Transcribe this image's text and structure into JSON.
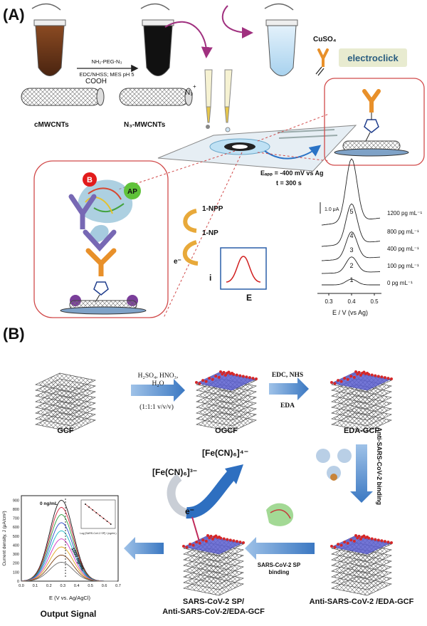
{
  "panelA": {
    "label": "(A)",
    "reagent_top": "NH₂-PEG-N₃",
    "reagent_bottom": "EDC/NHSS; MES pH 5",
    "cooh": "COOH",
    "n3": "N₃",
    "plus": "+",
    "left_tube_label": "cMWCNTs",
    "right_tube_label": "N₃-MWCNTs",
    "cuso4": "CuSO₄",
    "electroclick": "electroclick",
    "eapp": "Eₐₚₚ = -400 mV vs Ag",
    "time": "t = 300 s",
    "b_badge": "B",
    "ap_badge": "AP",
    "npp": "1-NPP",
    "np": "1-NP",
    "electron": "e⁻",
    "i_label": "i",
    "e_label": "E",
    "scale_bar": "1.0 μA",
    "dpv_peaks": [
      "5",
      "4",
      "3",
      "2",
      "1"
    ],
    "dpv_conc": [
      "1200 pg mL⁻¹",
      "800 pg mL⁻¹",
      "400 pg mL⁻¹",
      "100 pg mL⁻¹",
      "0 pg mL⁻¹"
    ],
    "dpv_ticks": [
      "0.3",
      "0.4",
      "0.5"
    ],
    "dpv_xlabel": "E / V (vs Ag)"
  },
  "panelB": {
    "label": "(B)",
    "gcf": "GCF",
    "ogcf": "OGCF",
    "edagcf": "EDA-GCF",
    "acid_1": "H₂SO₄, HNO₃,",
    "acid_2": "H₂O",
    "acid_ratio": "(1:1:1 v/v/v)",
    "edc": "EDC, NHS",
    "eda": "EDA",
    "anti_binding": "Anti-SARS-CoV-2 binding",
    "anti_edagcf": "Anti-SARS-CoV-2 /EDA-GCF",
    "sp_binding_1": "SARS-CoV-2 SP",
    "sp_binding_2": "binding",
    "sp_complex_1": "SARS-CoV-2 SP/",
    "sp_complex_2": "Anti-SARS-CoV-2/EDA-GCF",
    "fe3": "[Fe(CN)₆]³⁻",
    "fe4": "[Fe(CN)₆]⁴⁻",
    "electron": "e⁻",
    "output": "Output Signal",
    "plot_ylabel": "Current density, J (μA/cm²)",
    "plot_xlabel": "E (V vs. Ag/AgCl)",
    "plot_top": "0 ng/mL",
    "plot_bottom": "1000 ng/mL",
    "plot_yticks": [
      "0",
      "100",
      "200",
      "300",
      "400",
      "500",
      "600",
      "700",
      "800",
      "900"
    ],
    "plot_xticks": [
      "0.0",
      "0.1",
      "0.2",
      "0.3",
      "0.4",
      "0.5",
      "0.6",
      "0.7"
    ],
    "inset_xlabel": "Log [SARS-CoV-2 SP] / (ng/mL)"
  }
}
